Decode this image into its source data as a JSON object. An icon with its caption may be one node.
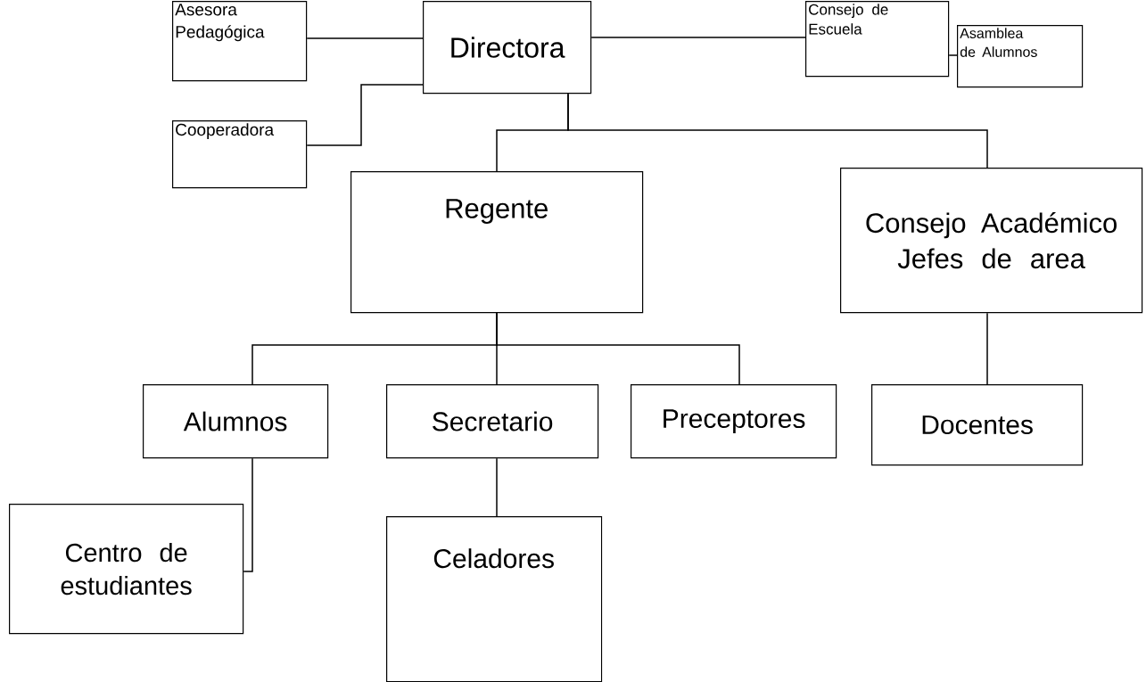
{
  "diagram": {
    "nodes": [
      {
        "text": [
          "Directora"
        ]
      },
      {
        "text": [
          "Asesora Pedagógica"
        ]
      },
      {
        "text": [
          "Cooperadora"
        ]
      },
      {
        "text": [
          "Consejo de Escuela"
        ]
      },
      {
        "text": [
          "Asamblea de Alumnos"
        ]
      },
      {
        "text": [
          "Regente"
        ]
      },
      {
        "text": [
          "Consejo Académico Jefes de area"
        ]
      },
      {
        "text": [
          "Alumnos"
        ]
      },
      {
        "text": [
          "Secretario"
        ]
      },
      {
        "text": [
          "Preceptores"
        ]
      },
      {
        "text": [
          "Docentes"
        ]
      },
      {
        "text": [
          "Centro de estudiantes"
        ]
      },
      {
        "text": [
          "Celadores"
        ]
      }
    ],
    "edges": [
      {
        "from": 1,
        "to": 0,
        "arrow": "none"
      },
      {
        "from": 2,
        "to": 0,
        "arrow": "none"
      },
      {
        "from": 0,
        "to": 3,
        "arrow": "none"
      },
      {
        "from": 3,
        "to": 4,
        "arrow": "none"
      },
      {
        "from": 0,
        "to": 5,
        "arrow": "none"
      },
      {
        "from": 0,
        "to": 6,
        "arrow": "none"
      },
      {
        "from": 5,
        "to": 7,
        "arrow": "none"
      },
      {
        "from": 5,
        "to": 8,
        "arrow": "none"
      },
      {
        "from": 5,
        "to": 9,
        "arrow": "none"
      },
      {
        "from": 6,
        "to": 10,
        "arrow": "none"
      },
      {
        "from": 7,
        "to": 11,
        "arrow": "none"
      },
      {
        "from": 8,
        "to": 12,
        "arrow": "none"
      }
    ]
  }
}
